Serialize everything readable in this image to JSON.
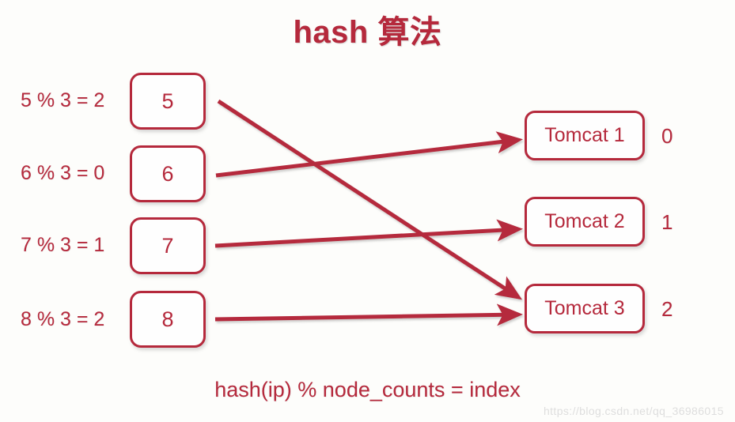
{
  "page": {
    "title": "hash 算法",
    "background_color": "#fdfdfb",
    "accent_color": "#b5293c",
    "caption": "hash(ip) % node_counts = index",
    "watermark": "https://blog.csdn.net/qq_36986015"
  },
  "requests": [
    {
      "expression": "5 % 3 = 2",
      "key": "5",
      "target_index": 2
    },
    {
      "expression": "6 % 3 = 0",
      "key": "6",
      "target_index": 0
    },
    {
      "expression": "7 % 3 = 1",
      "key": "7",
      "target_index": 1
    },
    {
      "expression": "8 % 3 = 2",
      "key": "8",
      "target_index": 2
    }
  ],
  "servers": [
    {
      "label": "Tomcat 1",
      "index": "0"
    },
    {
      "label": "Tomcat 2",
      "index": "1"
    },
    {
      "label": "Tomcat 3",
      "index": "2"
    }
  ],
  "connections": [
    {
      "from": "5",
      "to": "Tomcat 3"
    },
    {
      "from": "6",
      "to": "Tomcat 1"
    },
    {
      "from": "7",
      "to": "Tomcat 2"
    },
    {
      "from": "8",
      "to": "Tomcat 3"
    }
  ]
}
